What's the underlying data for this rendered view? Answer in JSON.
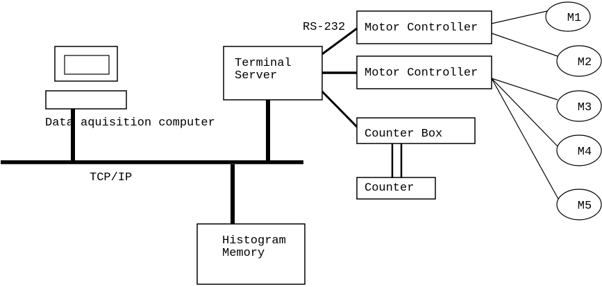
{
  "diagram": {
    "background_color": "#ffffff",
    "line_color": "#000000",
    "labels": {
      "computer_caption": "Data aquisition computer",
      "network": "TCP/IP",
      "serial_link": "RS-232"
    },
    "nodes": {
      "terminal_server": {
        "line1": "Terminal",
        "line2": "Server"
      },
      "motor_controller_1": {
        "label": "Motor Controller"
      },
      "motor_controller_2": {
        "label": "Motor Controller"
      },
      "counter_box": {
        "label": "Counter Box"
      },
      "counter": {
        "label": "Counter"
      },
      "histogram_memory": {
        "line1": "Histogram",
        "line2": "Memory"
      }
    },
    "motors": [
      {
        "label": "M1"
      },
      {
        "label": "M2"
      },
      {
        "label": "M3"
      },
      {
        "label": "M4"
      },
      {
        "label": "M5"
      }
    ]
  }
}
